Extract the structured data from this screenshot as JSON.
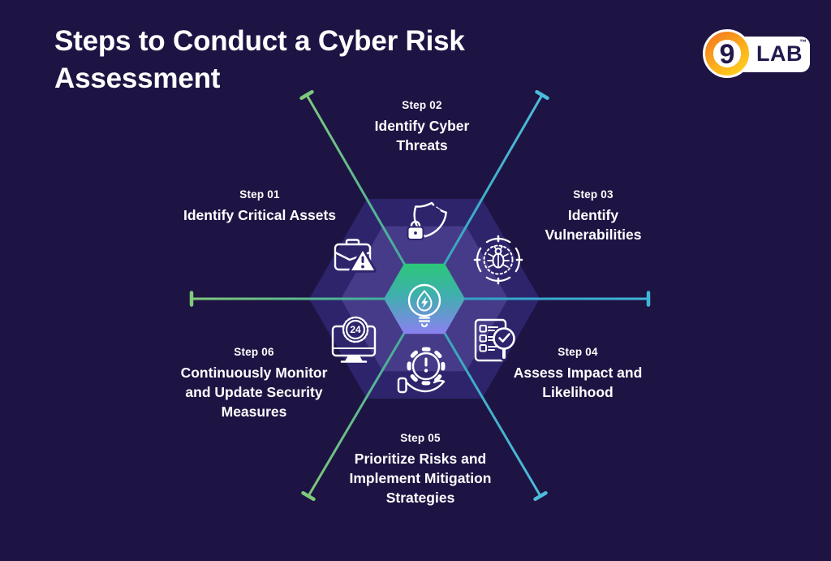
{
  "header": {
    "title": "Steps to Conduct a Cyber Risk Assessment"
  },
  "logo": {
    "digit": "9",
    "name": "LAB",
    "trademark": "™"
  },
  "diagram": {
    "center_icon": "lightbulb-energy-icon",
    "monitor_badge": "24",
    "steps": [
      {
        "number": "Step 01",
        "title": "Identify Critical Assets",
        "icon": "briefcase-warning-icon",
        "position": "left"
      },
      {
        "number": "Step 02",
        "title": "Identify Cyber Threats",
        "icon": "broken-shield-lock-icon",
        "position": "top"
      },
      {
        "number": "Step 03",
        "title": "Identify Vulnerabilities",
        "icon": "bug-target-icon",
        "position": "right"
      },
      {
        "number": "Step 04",
        "title": "Assess Impact and Likelihood",
        "icon": "checklist-magnifier-icon",
        "position": "bottom-right"
      },
      {
        "number": "Step 05",
        "title": "Prioritize Risks and Implement Mitigation Strategies",
        "icon": "gear-alert-hand-icon",
        "position": "bottom"
      },
      {
        "number": "Step 06",
        "title": "Continuously Monitor and Update Security Measures",
        "icon": "monitor-24-icon",
        "position": "bottom-left"
      }
    ]
  },
  "colors": {
    "background": "#1e1443",
    "hexagon_outer": "#2d246c",
    "hexagon_middle": "#463b88",
    "center_gradient_top": "#2cc878",
    "center_gradient_mid": "#3fafae",
    "center_gradient_bottom": "#8d80f2",
    "line_green": "#7dc97c",
    "line_teal": "#4dbcdc",
    "logo_orange": "#f58220",
    "logo_yellow": "#ffd21f",
    "text": "#ffffff"
  }
}
